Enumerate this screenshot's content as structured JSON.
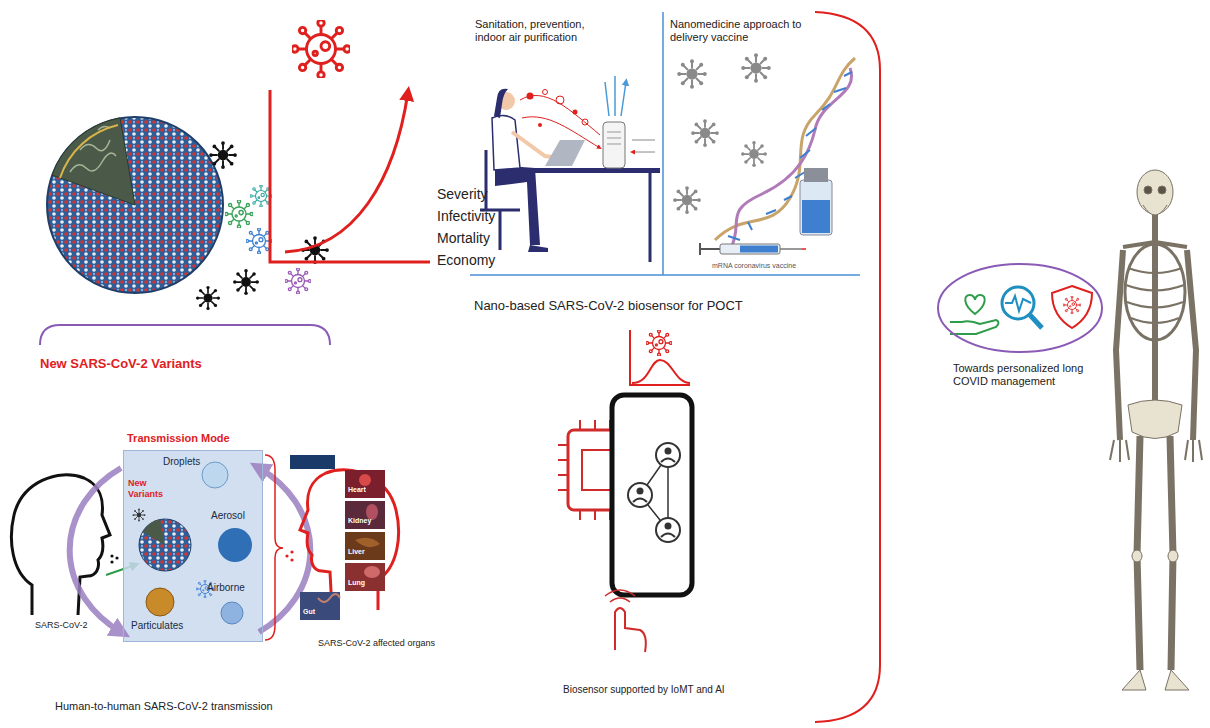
{
  "diagram": {
    "nodes": [
      {
        "text": [
          "Transmission Mode",
          "Droplets",
          "Aerosol",
          "Airborne",
          "Particulates"
        ]
      },
      {
        "text": [
          "Towards personalized long COVID management"
        ]
      }
    ],
    "labels": [
      "Severity",
      "Infectivity",
      "Mortality",
      "Economy",
      "New SARS-CoV-2 Variants",
      "Sanitation, prevention, indoor air purification",
      "Nanomedicine approach to delivery vaccine",
      "mRNA coronavirus vaccine",
      "Nano-based SARS-CoV-2 biosensor for POCT",
      "New Variants",
      "SARS-CoV-2",
      "Heart",
      "Kidney",
      "Liver",
      "Lung",
      "Gut",
      "SARS-CoV-2 affected organs",
      "Human-to-human SARS-CoV-2 transmission",
      "Biosensor supported by IoMT and AI"
    ]
  }
}
